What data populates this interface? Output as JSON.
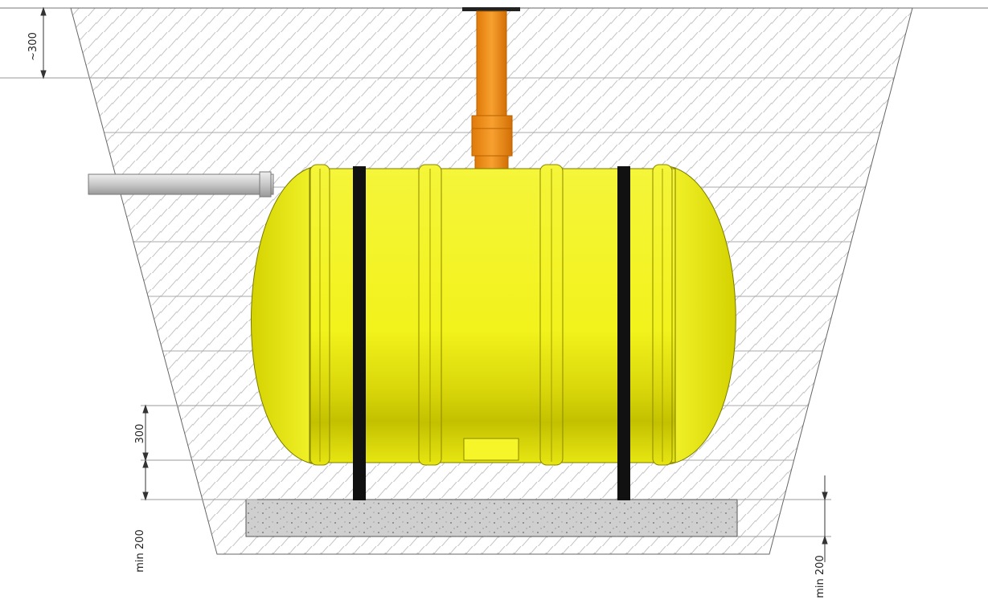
{
  "dimensions": {
    "cover_depth": "~300",
    "tank_to_slab": "300",
    "slab_thickness_left": "min 200",
    "slab_thickness_right": "min 200"
  },
  "colors": {
    "tank_fill": "#f2f21c",
    "tank_shadow": "#b9b600",
    "riser_pipe": "#ef8a12",
    "inlet_pipe": "#c4c4c4",
    "strap": "#111111",
    "concrete_slab": "#cfcfcf",
    "backfill_hatch": "#c2c2c2"
  }
}
